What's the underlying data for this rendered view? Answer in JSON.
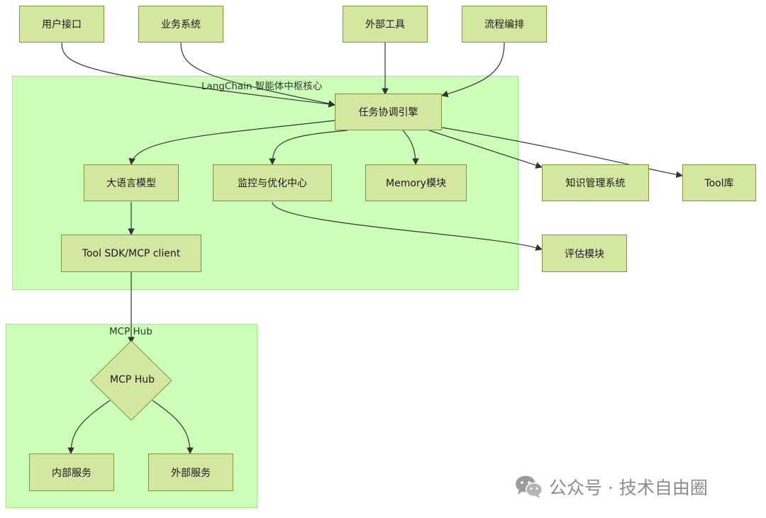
{
  "clusters": {
    "core": "LangChain 智能体中枢核心",
    "hub": "MCP Hub"
  },
  "nodes": {
    "user_interface": "用户接口",
    "business_system": "业务系统",
    "external_tools": "外部工具",
    "workflow": "流程编排",
    "task_engine": "任务协调引擎",
    "llm": "大语言模型",
    "monitor": "监控与优化中心",
    "memory": "Memory模块",
    "knowledge": "知识管理系统",
    "tool_lib": "Tool库",
    "tool_sdk": "Tool SDK/MCP client",
    "evaluation": "评估模块",
    "mcp_hub": "MCP Hub",
    "internal_service": "内部服务",
    "external_service": "外部服务"
  },
  "watermark": {
    "icon": "wechat-icon",
    "text": "公众号 · 技术自由圈"
  },
  "colors": {
    "cluster_fill": "#ccffb8",
    "node_fill": "#d3e7a1",
    "node_border": "#7d9838",
    "edge": "#333333"
  }
}
